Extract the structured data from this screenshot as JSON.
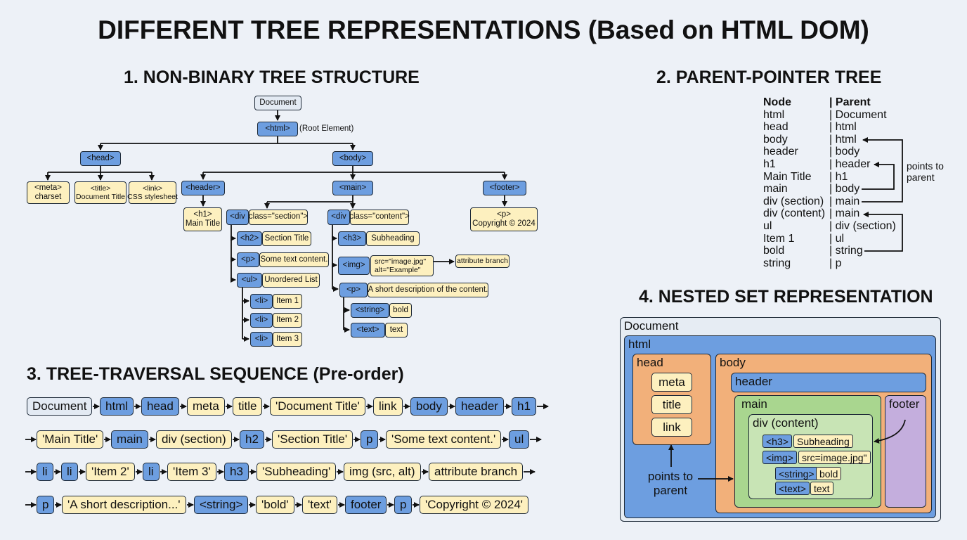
{
  "title": "DIFFERENT TREE REPRESENTATIONS (Based on HTML DOM)",
  "sections": {
    "s1": "1. NON-BINARY TREE STRUCTURE",
    "s2": "2. PARENT-POINTER TREE",
    "s3": "3. TREE-TRAVERSAL SEQUENCE (Pre-order)",
    "s4": "4.  NESTED SET REPRESENTATION"
  },
  "tree": {
    "document": "Document",
    "html": "<html>",
    "root_note": "(Root Element)",
    "head": "<head>",
    "body": "<body>",
    "meta": [
      "<meta>",
      "charset"
    ],
    "title": [
      "<title>",
      "Document Title"
    ],
    "link": [
      "<link>",
      "CSS stylesheet"
    ],
    "header": "<header>",
    "main": "<main>",
    "footer": "<footer>",
    "h1": [
      "<h1>",
      "Main Title"
    ],
    "footer_p": [
      "<p>",
      "Copyright © 2024"
    ],
    "div_section": "<div",
    "div_section_attr": "class=\"section\">",
    "div_content": "<div",
    "div_content_attr": "class=\"content\">",
    "h2": "<h2>",
    "h2_text": "Section Title",
    "p1": "<p>",
    "p1_text": "Some text content.",
    "ul": "<ul>",
    "ul_text": "Unordered List",
    "li": "<li>",
    "items": [
      "Item 1",
      "Item 2",
      "Item 3"
    ],
    "h3": "<h3>",
    "h3_text": "Subheading",
    "img": "<img>",
    "img_attr": [
      "src=\"image.jpg\"",
      "alt=\"Example\""
    ],
    "attr_branch": "attribute branch",
    "p2": "<p>",
    "p2_text": "A short description of the content.",
    "string": "<string>",
    "string_text": "bold",
    "text": "<text>",
    "text_text": "text"
  },
  "parent_pointer": {
    "headers": [
      "Node",
      "| Parent"
    ],
    "rows": [
      [
        "html",
        "| Document"
      ],
      [
        "head",
        "| html"
      ],
      [
        "body",
        "| html"
      ],
      [
        "header",
        "| body"
      ],
      [
        "h1",
        "| header"
      ],
      [
        "Main Title",
        "| h1"
      ],
      [
        "main",
        "| body"
      ],
      [
        "div (section)",
        "| main"
      ],
      [
        "div (content)",
        "| main"
      ],
      [
        "ul",
        "| div (section)"
      ],
      [
        "Item 1",
        "| ul"
      ],
      [
        "bold",
        "| string"
      ],
      [
        "string",
        "| p"
      ]
    ],
    "note": [
      "points to",
      "parent"
    ]
  },
  "traversal": {
    "rows": [
      [
        [
          "Document",
          "g"
        ],
        [
          "html",
          "b"
        ],
        [
          "head",
          "b"
        ],
        [
          "meta",
          "y"
        ],
        [
          "title",
          "y"
        ],
        [
          "'Document Title'",
          "y"
        ],
        [
          "link",
          "y"
        ],
        [
          "body",
          "b"
        ],
        [
          "header",
          "b"
        ],
        [
          "h1",
          "b"
        ]
      ],
      [
        [
          "'Main Title'",
          "y"
        ],
        [
          "main",
          "b"
        ],
        [
          "div (section)",
          "y"
        ],
        [
          "h2",
          "b"
        ],
        [
          "'Section Title'",
          "y"
        ],
        [
          "p",
          "b"
        ],
        [
          "'Some text content.'",
          "y"
        ],
        [
          "ul",
          "b"
        ]
      ],
      [
        [
          "li",
          "b"
        ],
        [
          "li",
          "b"
        ],
        [
          "'Item 2'",
          "y"
        ],
        [
          "li",
          "b"
        ],
        [
          "'Item 3'",
          "y"
        ],
        [
          "h3",
          "b"
        ],
        [
          "'Subheading'",
          "y"
        ],
        [
          "img (src, alt)",
          "y"
        ],
        [
          "attribute branch",
          "y"
        ]
      ],
      [
        [
          "p",
          "b"
        ],
        [
          "'A short description...'",
          "y"
        ],
        [
          "<string>",
          "b"
        ],
        [
          "'bold'",
          "y"
        ],
        [
          "'text'",
          "y"
        ],
        [
          "footer",
          "b"
        ],
        [
          "p",
          "b"
        ],
        [
          "'Copyright © 2024'",
          "y"
        ]
      ]
    ]
  },
  "nested": {
    "document": "Document",
    "html": "html",
    "head": "head",
    "head_items": [
      "meta",
      "title",
      "link"
    ],
    "body": "body",
    "header": "header",
    "main": "main",
    "footer": "footer",
    "div_content": "div (content)",
    "rows": [
      [
        "<h3>",
        "Subheading"
      ],
      [
        "<img>",
        "src=image.jpg\""
      ],
      [
        "<string>",
        "bold"
      ],
      [
        "<text>",
        "text"
      ]
    ],
    "note": [
      "points to",
      "parent"
    ]
  },
  "colors": {
    "blue": "#6d9ee0",
    "yellow": "#fdf0bf",
    "grey": "#e3eaf3",
    "orange": "#f2b07a",
    "green": "#a9d68f",
    "purple": "#c4aedd",
    "nested_doc": "#e6ecf3"
  }
}
